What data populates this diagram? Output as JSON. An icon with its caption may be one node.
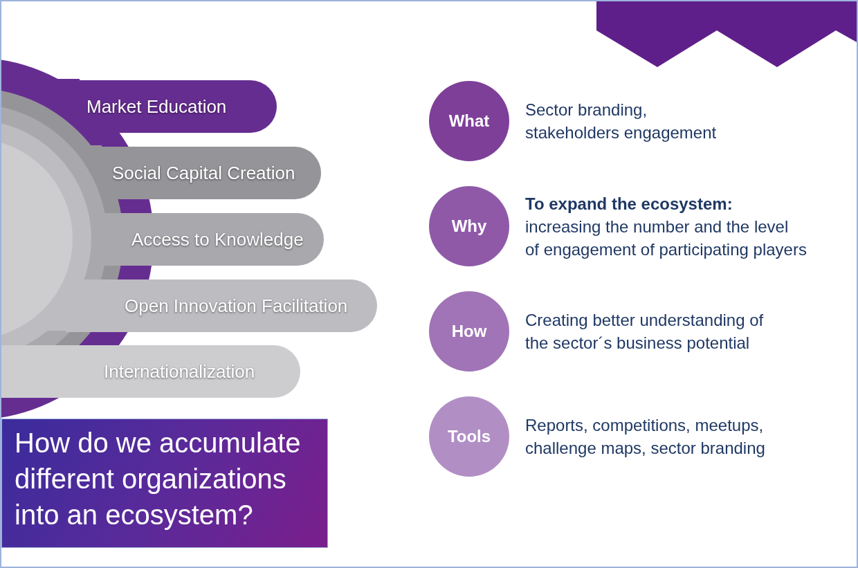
{
  "diagram": {
    "nodes": [
      {
        "text": [
          "Market Education"
        ]
      },
      {
        "text": [
          "Social Capital Creation"
        ]
      },
      {
        "text": [
          "Access to Knowledge"
        ]
      },
      {
        "text": [
          "Open Innovation Facilitation"
        ]
      },
      {
        "text": [
          "Internationalization"
        ]
      },
      {
        "text": [
          "How do we accumulate different organizations into an ecosystem?"
        ]
      },
      {
        "text": [
          "What"
        ],
        "beside": [
          "Sector branding, stakeholders engagement"
        ]
      },
      {
        "text": [
          "Why"
        ],
        "beside": [
          "To expand the ecosystem:",
          "increasing the number and the level of engagement of participating players"
        ]
      },
      {
        "text": [
          "How"
        ],
        "beside": [
          "Creating better understanding of the sector´s business potential"
        ]
      },
      {
        "text": [
          "Tools"
        ],
        "beside": [
          "Reports, competitions, meetups, challenge maps, sector branding"
        ]
      }
    ]
  }
}
